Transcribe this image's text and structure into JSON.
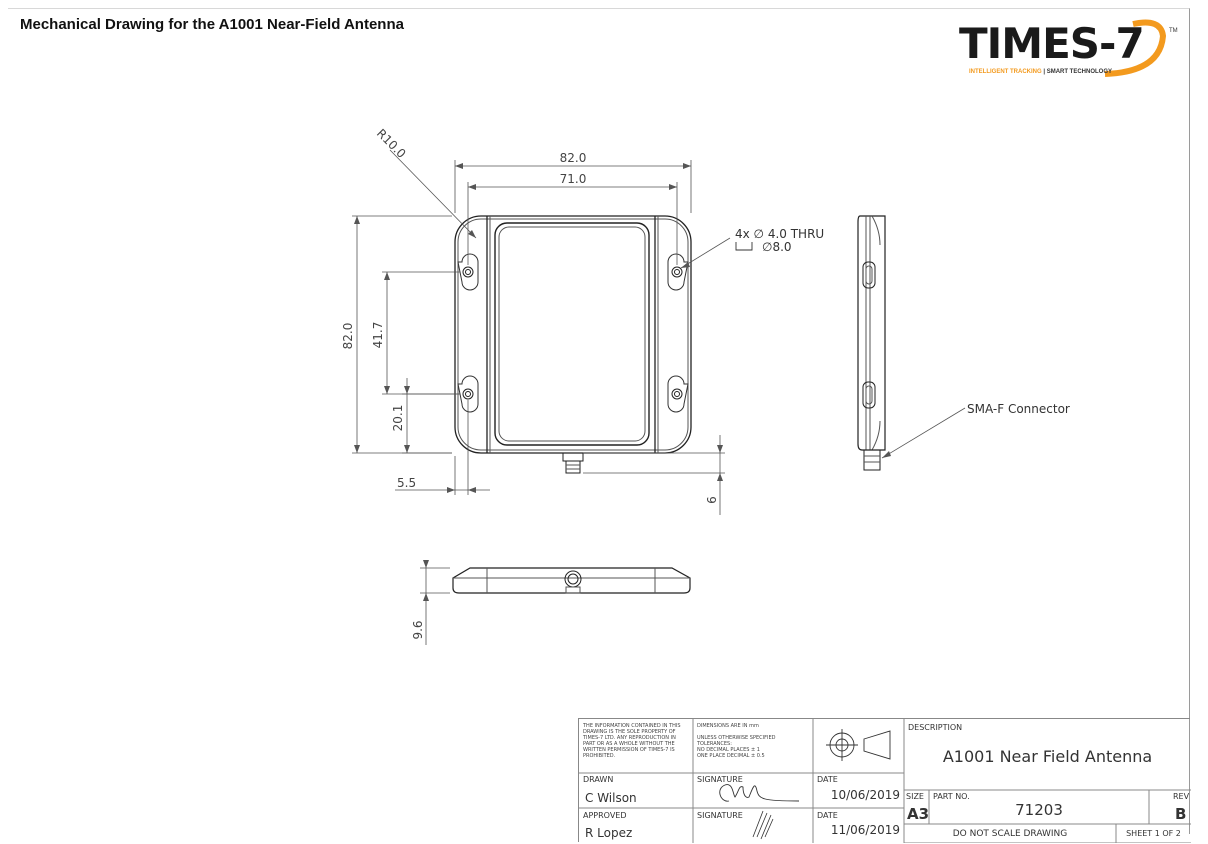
{
  "title": "Mechanical Drawing for the A1001 Near-Field Antenna",
  "logo": {
    "word": "TIMES-7",
    "tm": "TM",
    "tagline_a": "INTELLIGENT TRACKING",
    "tagline_sep": " | ",
    "tagline_b": "SMART TECHNOLOGY",
    "accent": "#f39a1e"
  },
  "dimensions": {
    "radius": "R10.0",
    "width_overall": "82.0",
    "width_holes": "71.0",
    "height_overall": "82.0",
    "hole_pitch": "41.7",
    "hole_offset": "20.1",
    "edge_offset": "5.5",
    "connector_offset": "6",
    "thickness": "9.6"
  },
  "callouts": {
    "holes_line1": "4x  ∅ 4.0 THRU",
    "holes_line2": "∅8.0",
    "connector": "SMA-F Connector"
  },
  "title_block": {
    "info": "THE INFORMATION CONTAINED IN THIS\nDRAWING IS THE SOLE PROPERTY OF\nTIMES-7 LTD.  ANY REPRODUCTION IN\nPART OR AS A WHOLE WITHOUT THE\nWRITTEN PERMISSION OF TIMES-7 IS\nPROHIBITED.",
    "tolerances": "DIMENSIONS ARE IN mm\n\nUNLESS OTHERWISE SPECIFIED\nTOLERANCES:\nNO DECIMAL PLACES ± 1\nONE PLACE DECIMAL ± 0.5",
    "drawn_label": "DRAWN",
    "drawn_by": "C Wilson",
    "approved_label": "APPROVED",
    "approved_by": "R Lopez",
    "signature_label": "SIGNATURE",
    "date_label": "DATE",
    "drawn_date": "10/06/2019",
    "approved_date": "11/06/2019",
    "description_label": "DESCRIPTION",
    "description": "A1001 Near Field Antenna",
    "size_label": "SIZE",
    "size": "A3",
    "part_no_label": "PART NO.",
    "part_no": "71203",
    "rev_label": "REV",
    "rev": "B",
    "scale_note": "DO NOT SCALE DRAWING",
    "sheet": "SHEET 1 OF 2"
  }
}
